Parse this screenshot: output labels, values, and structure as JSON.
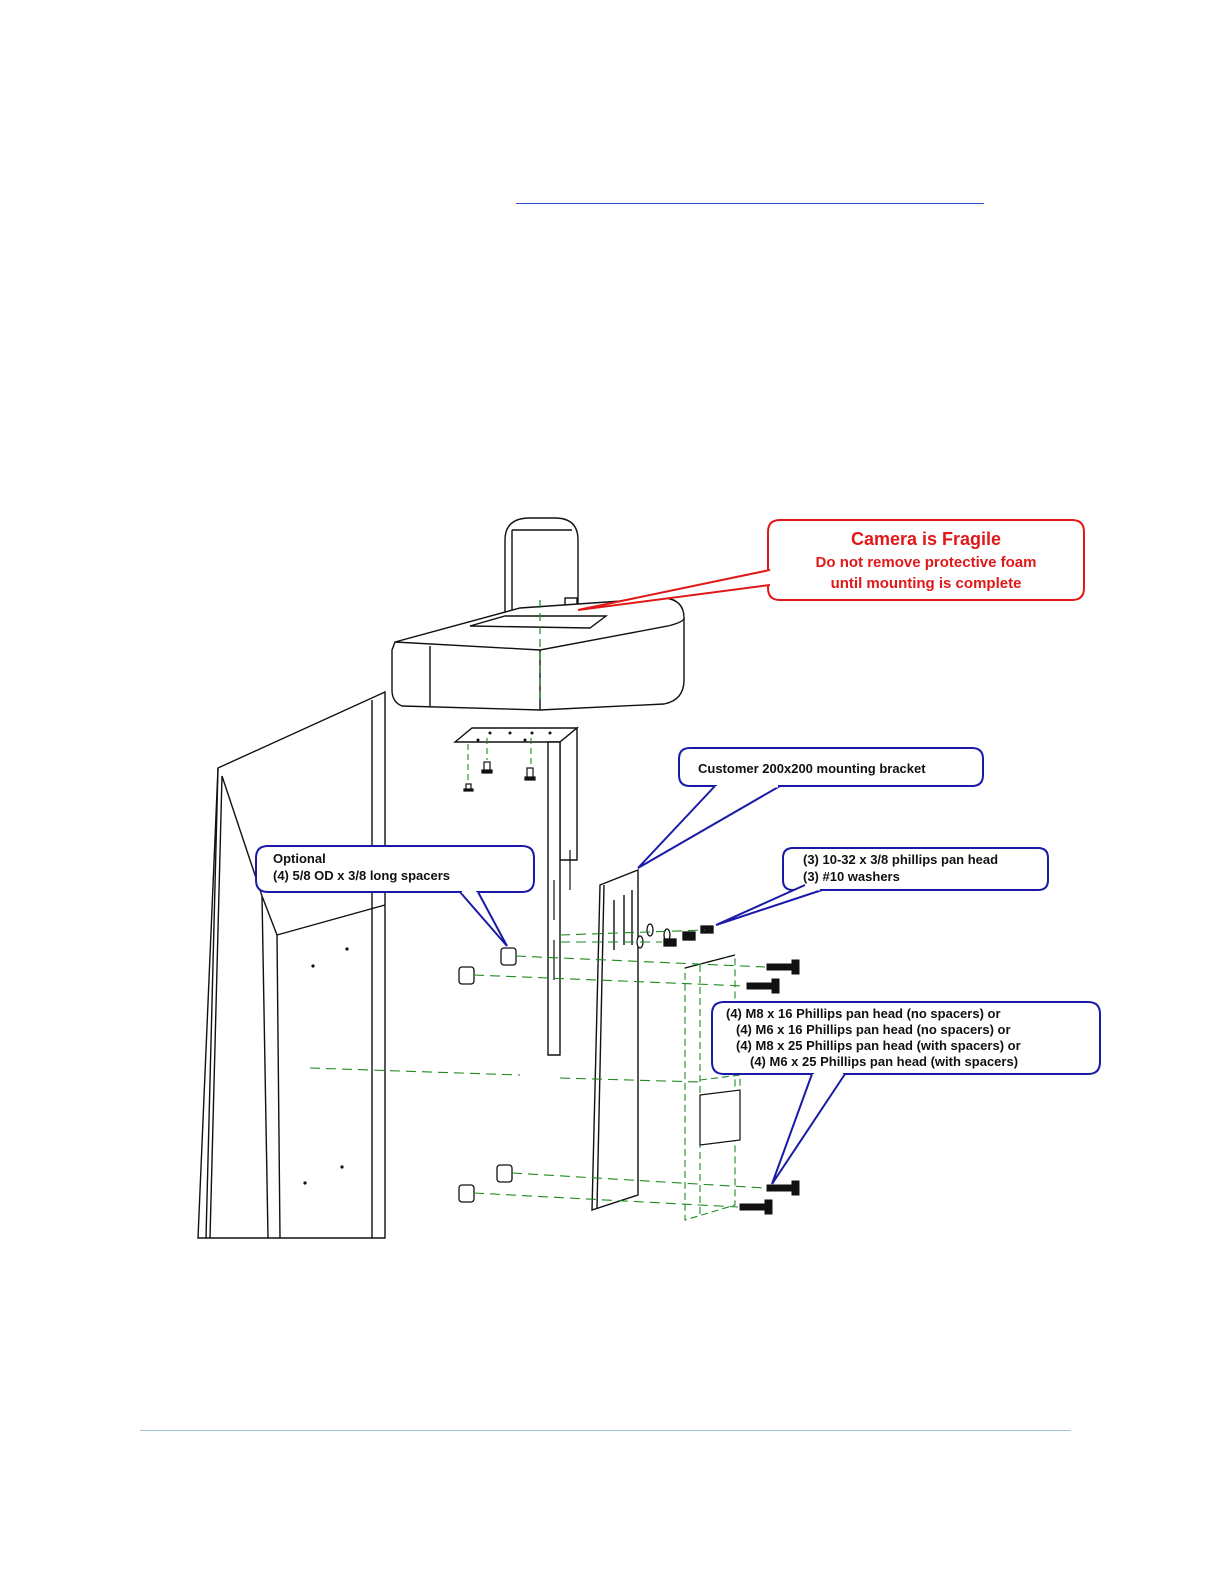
{
  "document": {
    "colors": {
      "link": "#2a4fd6",
      "footer_rule": "#9ec7d4",
      "callout_border": "#1a1aa8",
      "warning_border": "#e01818",
      "warning_text": "#e01818",
      "centerline": "#1f8a1f"
    }
  },
  "callouts": {
    "warning": {
      "title": "Camera is Fragile",
      "line1": "Do not remove protective foam",
      "line2": "until mounting is complete"
    },
    "bracket": {
      "label": "Customer 200x200 mounting bracket"
    },
    "spacers": {
      "line1": "Optional",
      "line2": "(4) 5/8 OD x 3/8 long spacers"
    },
    "small_screws": {
      "line1": "(3) 10-32 x 3/8 phillips pan head",
      "line2": "(3) #10 washers"
    },
    "large_screws": {
      "line1": "(4) M8 x 16 Phillips pan head (no spacers) or",
      "line2": "(4) M6 x 16 Phillips pan head (no spacers) or",
      "line3": "(4) M8 x 25 Phillips pan head (with spacers) or",
      "line4": "(4) M6 x 25 Phillips pan head (with spacers)"
    }
  }
}
